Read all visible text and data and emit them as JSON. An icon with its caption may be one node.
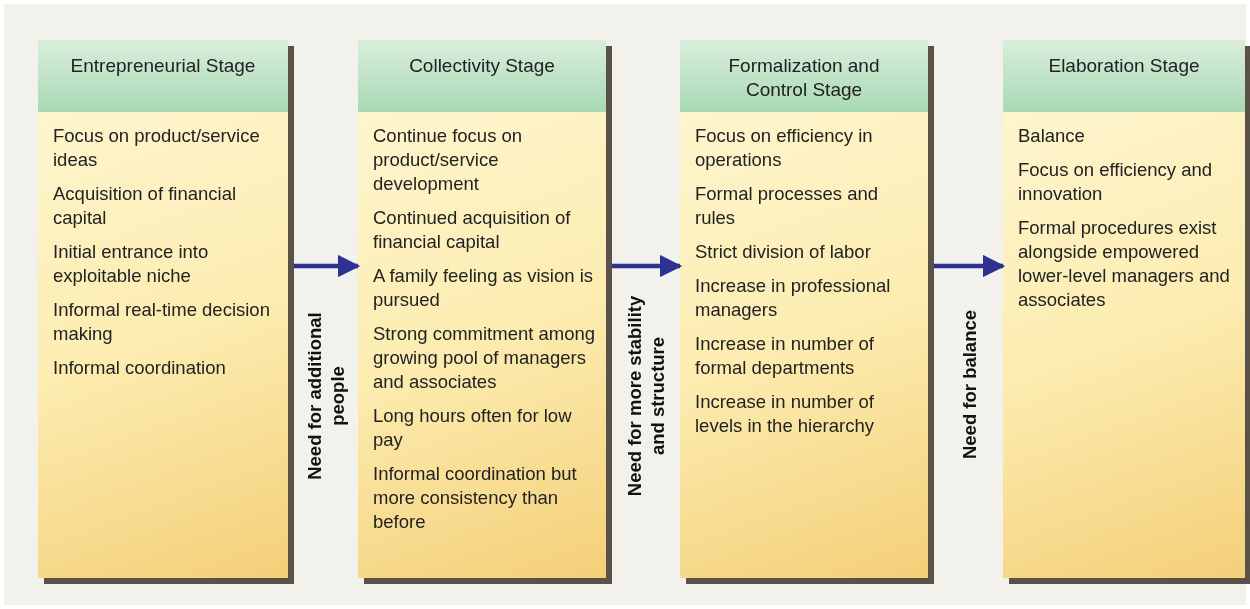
{
  "diagram": {
    "nodes": [
      {
        "text": [
          "Entrepreneurial Stage",
          "Focus on product/service ideas",
          "Acquisition of financial capital",
          "Initial entrance into exploitable niche",
          "Informal real-time decision making",
          "Informal coordination"
        ]
      },
      {
        "text": [
          "Collectivity Stage",
          "Continue focus on product/service development",
          "Continued acquisition of financial capital",
          "A family feeling as vision is pursued",
          "Strong commitment among growing pool of managers and associates",
          "Long hours often for low pay",
          "Informal coordination but more consistency than before"
        ]
      },
      {
        "text": [
          "Formalization and Control Stage",
          "Focus on efficiency in operations",
          "Formal processes and rules",
          "Strict division of labor",
          "Increase in professional managers",
          "Increase in number of formal departments",
          "Increase in number of levels in the hierarchy"
        ]
      },
      {
        "text": [
          "Elaboration Stage",
          "Balance",
          "Focus on efficiency and innovation",
          "Formal procedures exist alongside empowered lower-level managers and associates"
        ]
      }
    ],
    "edges": [
      {
        "from": 0,
        "to": 1,
        "arrow": "to",
        "label": "Need for additional people"
      },
      {
        "from": 1,
        "to": 2,
        "arrow": "to",
        "label": "Need for more stability and structure"
      },
      {
        "from": 2,
        "to": 3,
        "arrow": "to",
        "label": "Need for balance"
      }
    ]
  }
}
